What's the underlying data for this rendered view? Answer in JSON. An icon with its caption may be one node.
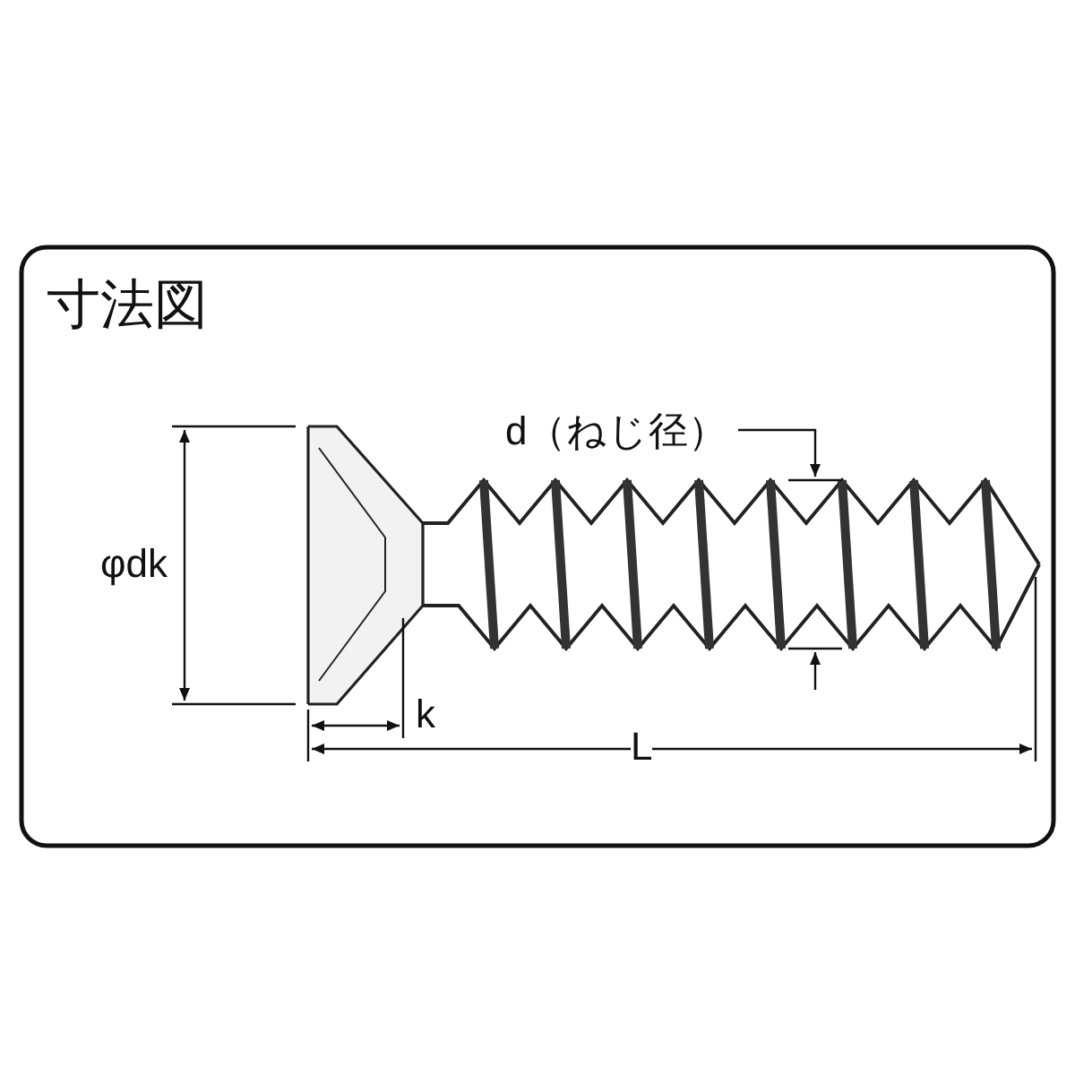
{
  "diagram": {
    "title": "寸法図",
    "labels": [
      "d（ねじ径）",
      "φdk",
      "k",
      "L"
    ]
  }
}
